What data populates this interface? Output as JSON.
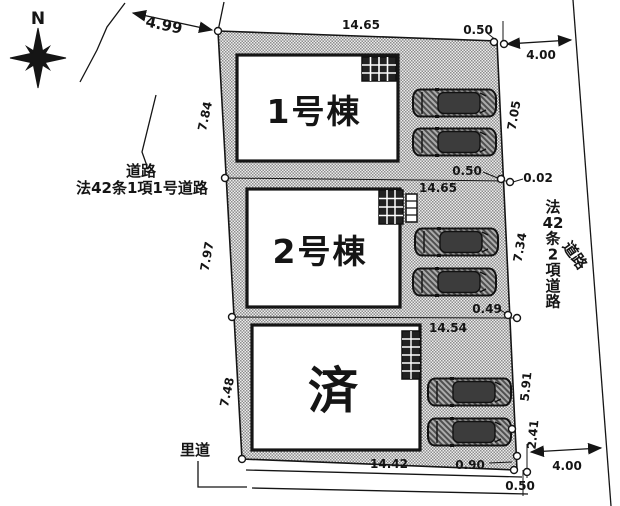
{
  "compass": {
    "north_label": "N"
  },
  "buildings": [
    {
      "label": "1号棟"
    },
    {
      "label": "2号棟"
    },
    {
      "label": "済"
    }
  ],
  "road_labels": {
    "west_road_line1": "道路",
    "west_road_line2": "法42条1項1号道路",
    "east_road_vertical": "法42条2項道路",
    "east_road_diagonal": "道路",
    "south_road": "里道"
  },
  "dimensions": {
    "north_boundary": "4.99",
    "lot1_width": "14.65",
    "lot1_left": "7.84",
    "lot1_right": "7.05",
    "lot1_top_offset": "0.50",
    "east_road_width_top": "4.00",
    "lot1_bottom_offset": "0.50",
    "lot2_top_offset": "0.02",
    "lot2_width": "14.65",
    "lot2_left": "7.97",
    "lot2_right": "7.34",
    "lot2_bottom_offset": "0.49",
    "lot3_width": "14.54",
    "lot3_left": "7.48",
    "lot3_right": "5.91",
    "lot3_corner_right": "2.41",
    "south_width": "14.42",
    "south_offset": "0.90",
    "south_road_gap": "0.50",
    "east_road_width_bottom": "4.00"
  }
}
